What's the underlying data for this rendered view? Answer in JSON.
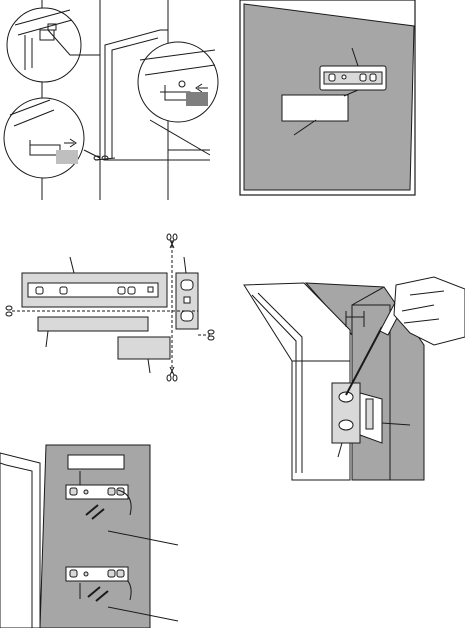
{
  "page": {
    "description_type": "installation-instruction-illustrations",
    "colors": {
      "line": "#1a1a1a",
      "gray_panel": "#a6a6a6",
      "light_gray": "#d9d9d9",
      "mid_gray": "#bfbfbf",
      "white": "#ffffff"
    },
    "figures": [
      {
        "id": "fig-door-hinge-overview",
        "icons": [
          "scissors-icon"
        ]
      },
      {
        "id": "fig-mounting-template-on-door"
      },
      {
        "id": "fig-cut-template",
        "icons": [
          "scissors-icon"
        ]
      },
      {
        "id": "fig-screwdriver-adjust",
        "icons": [
          "screwdriver-icon",
          "hand-icon"
        ]
      },
      {
        "id": "fig-screw-brackets-on-door",
        "icons": [
          "screw-icon"
        ]
      }
    ]
  }
}
